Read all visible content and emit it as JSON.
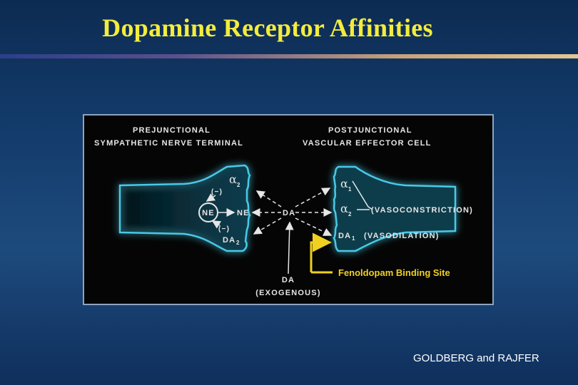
{
  "slide": {
    "title": "Dopamine Receptor Affinities",
    "credit": "GOLDBERG and RAJFER"
  },
  "diagram": {
    "prejunctional_line1": "PREJUNCTIONAL",
    "prejunctional_line2": "SYMPATHETIC NERVE TERMINAL",
    "postjunctional_line1": "POSTJUNCTIONAL",
    "postjunctional_line2": "VASCULAR EFFECTOR CELL",
    "ne_vesicle": "NE",
    "ne_release": "NE",
    "da_center": "DA",
    "alpha2_pre": "α",
    "alpha2_pre_sub": "2",
    "inhibit_top": "(−)",
    "inhibit_bottom": "(−)",
    "da2_pre": "DA",
    "da2_pre_sub": "2",
    "alpha1_post": "α",
    "alpha1_post_sub": "1",
    "alpha2_post": "α",
    "alpha2_post_sub": "2",
    "da1_post": "DA",
    "da1_post_sub": "1",
    "vasoconstriction": "(VASOCONSTRICTION)",
    "vasodilation": "(VASODILATION)",
    "fenoldopam": "Fenoldopam Binding Site",
    "da_exogenous": "DA",
    "exogenous": "(EXOGENOUS)"
  },
  "colors": {
    "title": "#f4ec3c",
    "cell_glow": "#49c9e6",
    "highlight": "#f0d020",
    "text": "#e6e6e6"
  }
}
